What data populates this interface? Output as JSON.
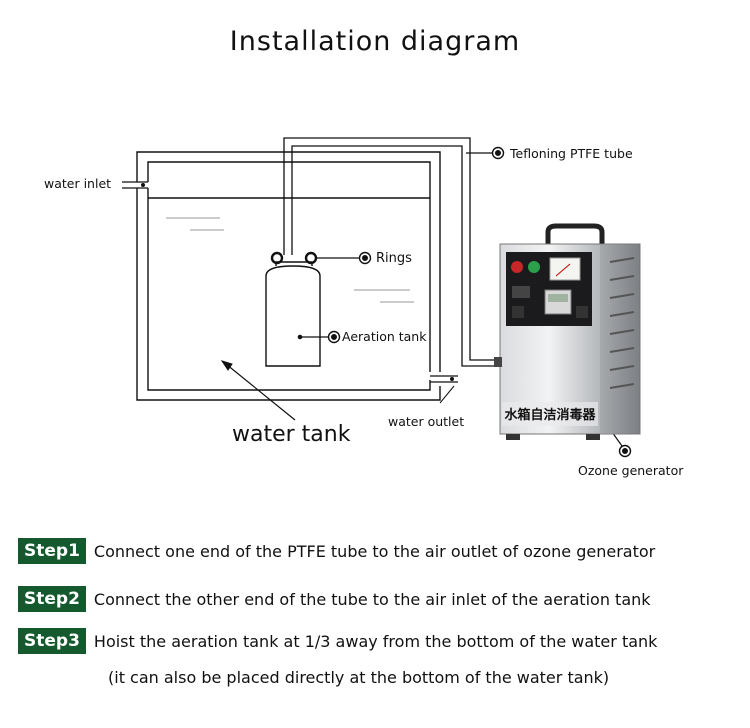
{
  "title": "Installation diagram",
  "labels": {
    "ptfe_tube": "Tefloning PTFE tube",
    "water_inlet": "water inlet",
    "rings": "Rings",
    "aeration_tank": "Aeration tank",
    "water_tank": "water tank",
    "water_outlet": "water outlet",
    "ozone_generator": "Ozone generator",
    "machine_text": "水箱自洁消毒器"
  },
  "steps": [
    {
      "badge": "Step1",
      "text": "Connect one end of the PTFE tube to the air outlet of ozone generator"
    },
    {
      "badge": "Step2",
      "text": "Connect the other end of the tube to the air inlet of the aeration tank"
    },
    {
      "badge": "Step3",
      "text": "Hoist the aeration tank at 1/3 away from the bottom of the water tank"
    }
  ],
  "step3_note": "(it can also be placed directly at the bottom of the water tank)",
  "colors": {
    "step_badge": "#155a2e",
    "line": "#111111",
    "machine_steel": "#b9bcc0"
  }
}
